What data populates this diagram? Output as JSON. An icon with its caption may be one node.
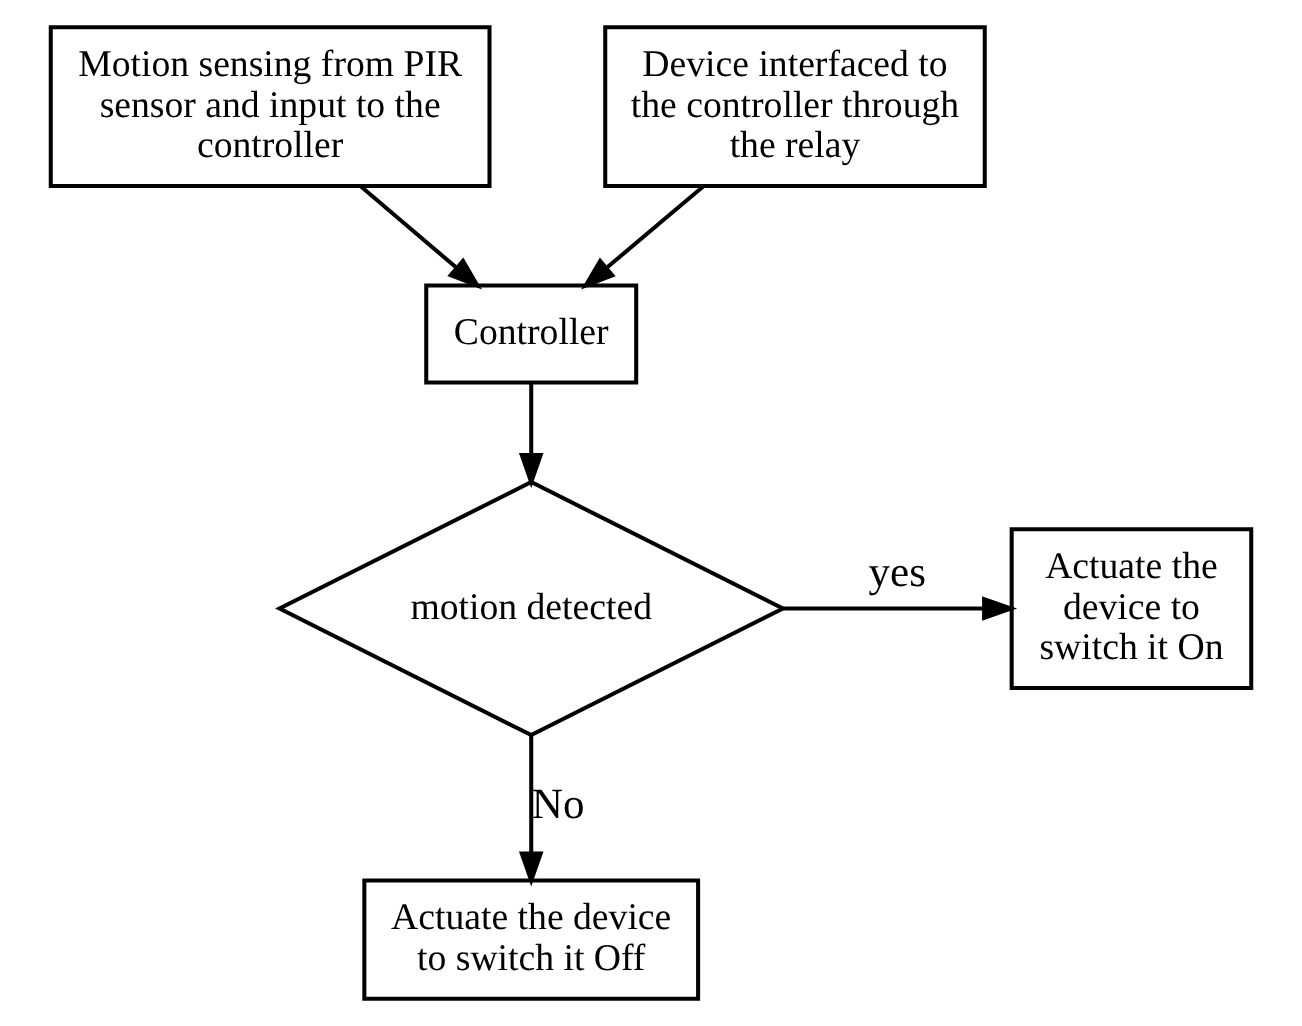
{
  "diagram": {
    "nodes": [
      {
        "text": [
          "Motion sensing from PIR sensor and input to the controller"
        ]
      },
      {
        "text": [
          "Device interfaced to the controller through the relay"
        ]
      },
      {
        "text": [
          "Controller"
        ]
      },
      {
        "text": [
          "motion detected"
        ]
      },
      {
        "text": [
          "Actuate the device to switch it On"
        ]
      },
      {
        "text": [
          "Actuate the device to switch it Off"
        ]
      }
    ],
    "edges": [
      {
        "from": 0,
        "to": 2,
        "arrow": "to"
      },
      {
        "from": 1,
        "to": 2,
        "arrow": "to"
      },
      {
        "from": 2,
        "to": 3,
        "arrow": "to"
      },
      {
        "from": 3,
        "to": 4,
        "arrow": "to",
        "label": "yes"
      },
      {
        "from": 3,
        "to": 5,
        "arrow": "to",
        "label": "No"
      }
    ]
  }
}
